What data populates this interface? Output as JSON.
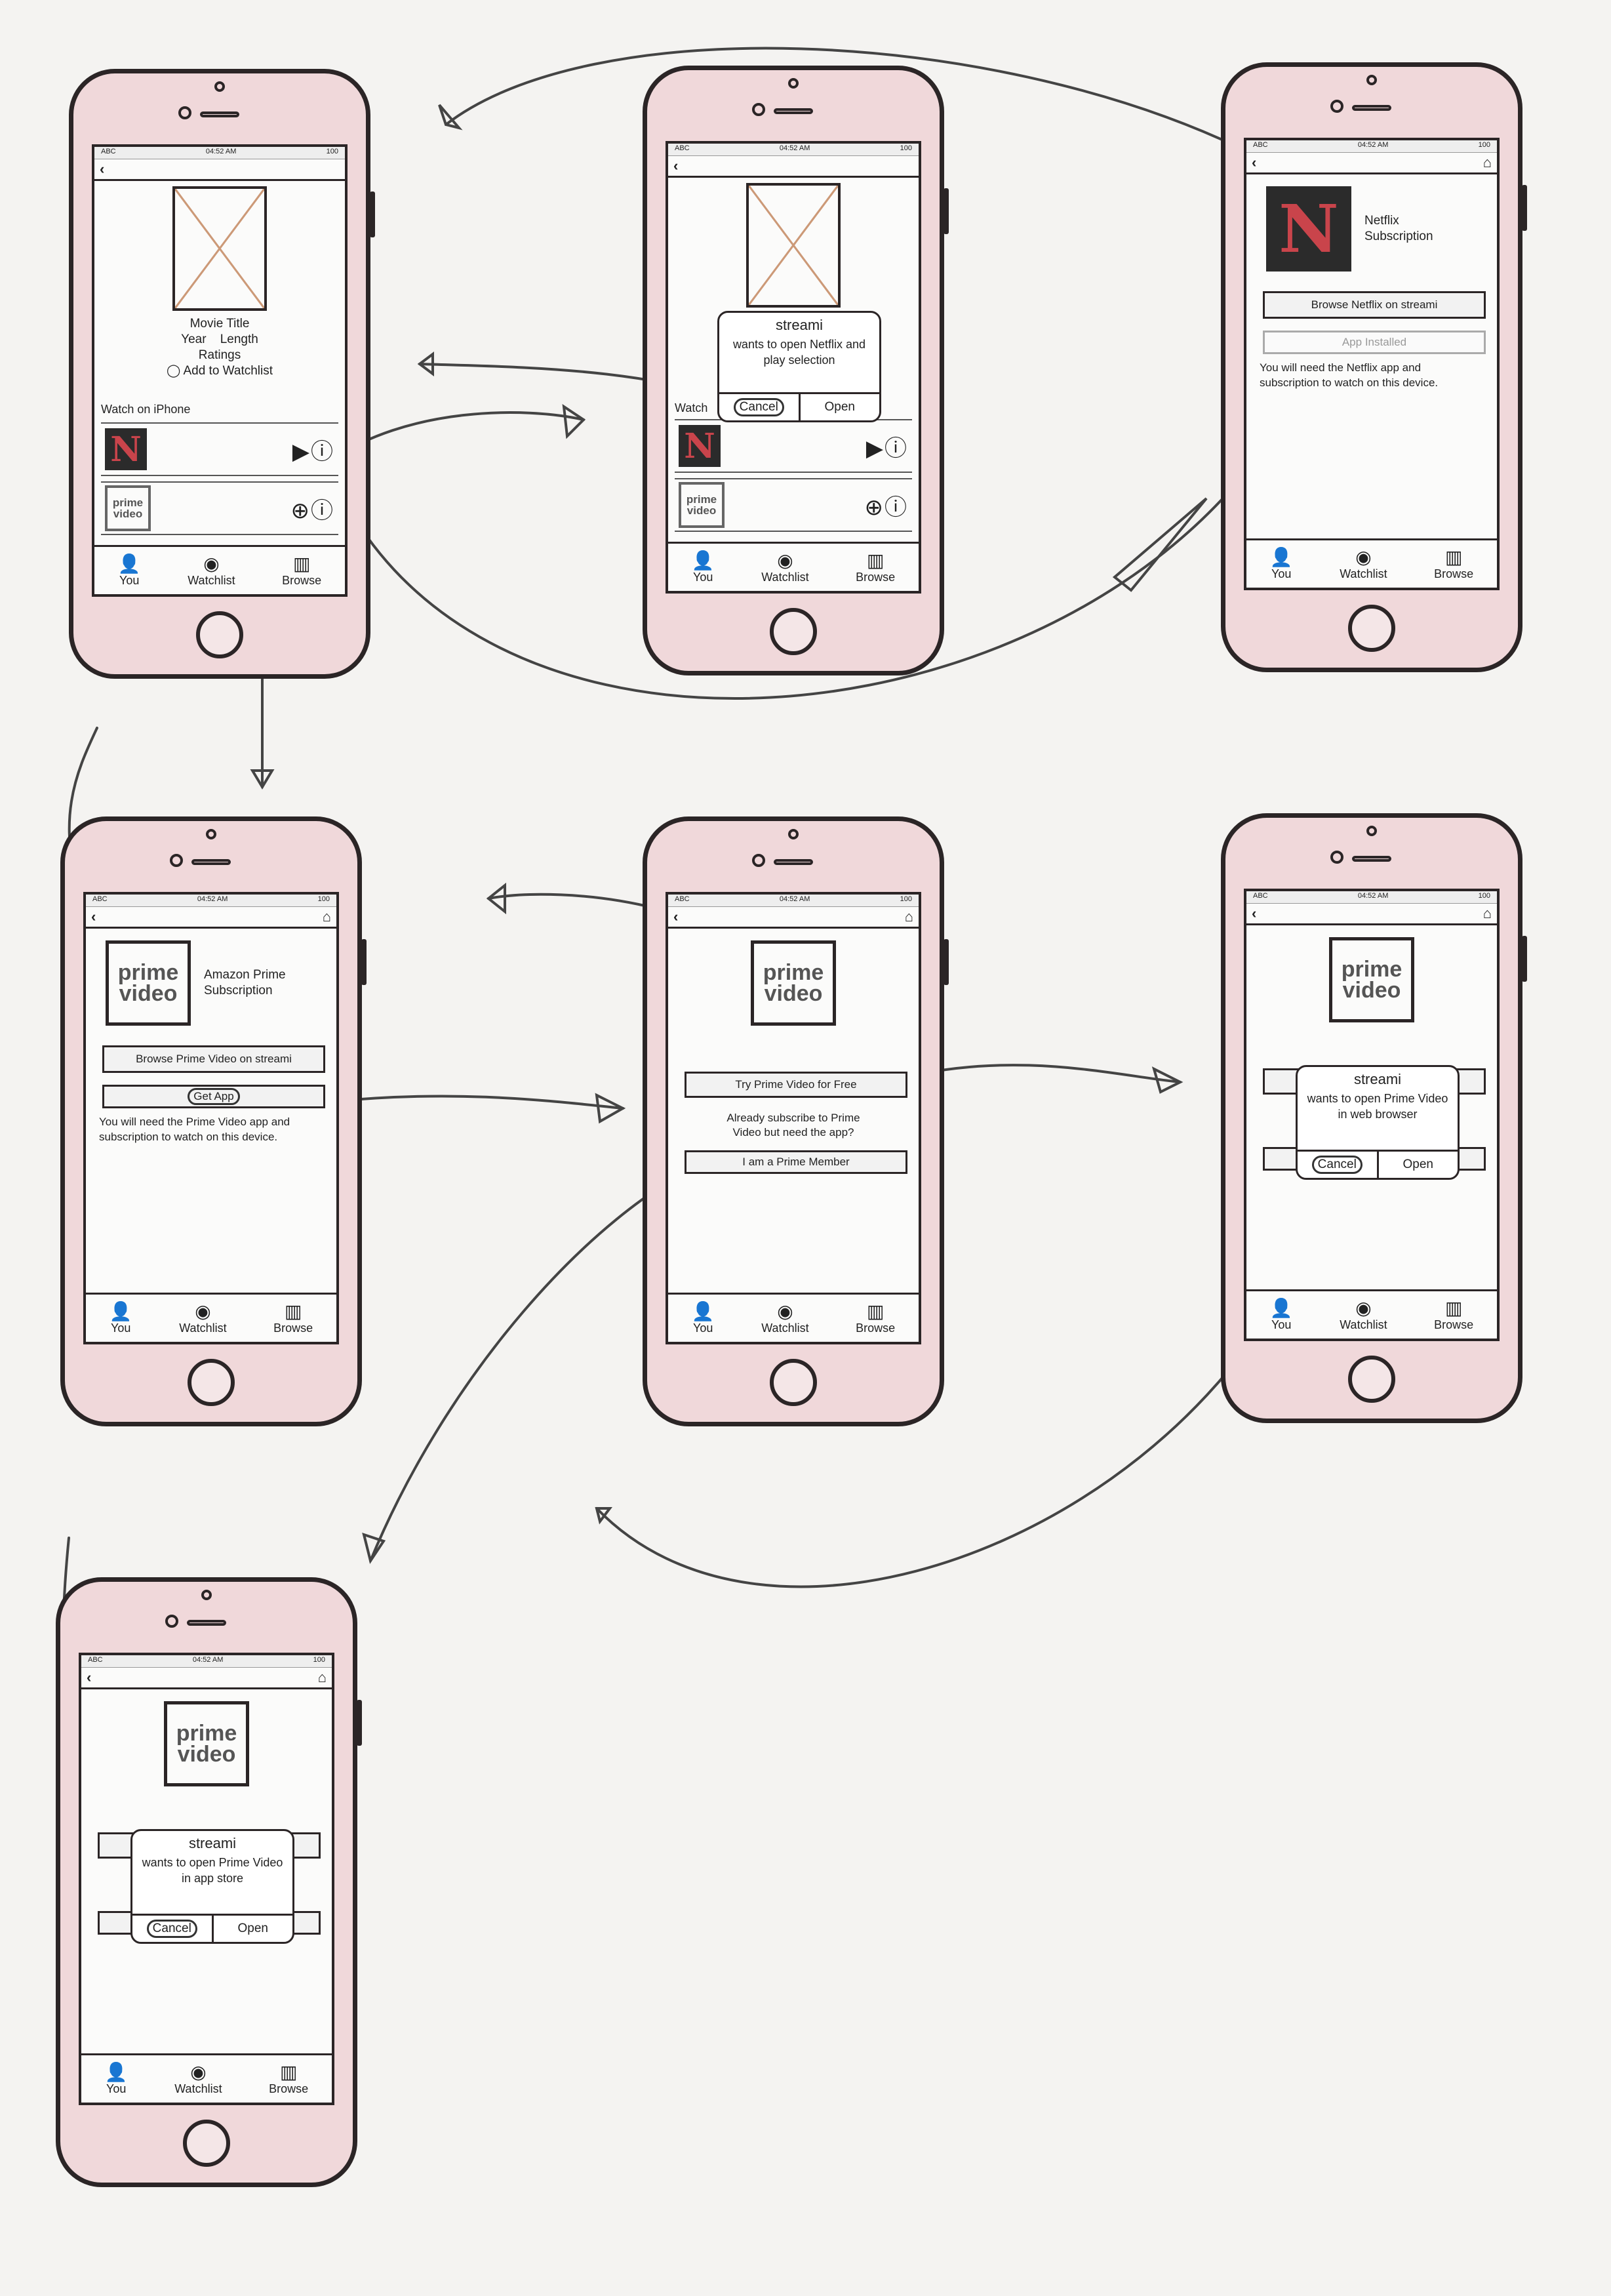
{
  "status_bar": {
    "carrier": "ABC",
    "time": "04:52 AM",
    "battery": "100"
  },
  "nav": {
    "back_icon": "chevron-left-icon",
    "home_icon": "home-icon"
  },
  "tabs": [
    {
      "label": "You",
      "icon": "person-icon"
    },
    {
      "label": "Watchlist",
      "icon": "eye-icon"
    },
    {
      "label": "Browse",
      "icon": "map-icon"
    }
  ],
  "colors": {
    "phone_body": "#f0d8da",
    "outline": "#2b2526",
    "netflix_red": "#c9444b"
  },
  "screen1": {
    "movie_title": "Movie Title",
    "year": "Year",
    "length": "Length",
    "ratings": "Ratings",
    "add_watchlist": "Add to Watchlist",
    "watch_on": "Watch on iPhone",
    "netflix_logo": "N",
    "prime_logo_line1": "prime",
    "prime_logo_line2": "video"
  },
  "screen2": {
    "alert_title": "streami",
    "alert_msg": "wants to open Netflix and play selection",
    "cancel": "Cancel",
    "open": "Open",
    "watch_partial": "Watch"
  },
  "screen3": {
    "heading": "Netflix Subscription",
    "browse_btn": "Browse Netflix on streami",
    "installed_btn": "App Installed",
    "desc": "You will need the Netflix app and subscription to watch on this device."
  },
  "screen4": {
    "heading": "Amazon Prime Subscription",
    "browse_btn": "Browse Prime Video on streami",
    "get_app": "Get App",
    "desc": "You will need the Prime Video app and subscription to watch on this device."
  },
  "screen5": {
    "try_btn": "Try Prime Video for Free",
    "question": "Already subscribe to Prime Video but need the app?",
    "member_btn": "I am a Prime Member"
  },
  "screen6": {
    "alert_title": "streami",
    "alert_msg": "wants to open Prime Video in web browser",
    "cancel": "Cancel",
    "open": "Open"
  },
  "screen7": {
    "alert_title": "streami",
    "alert_msg": "wants to open Prime Video in app store",
    "cancel": "Cancel",
    "open": "Open"
  }
}
